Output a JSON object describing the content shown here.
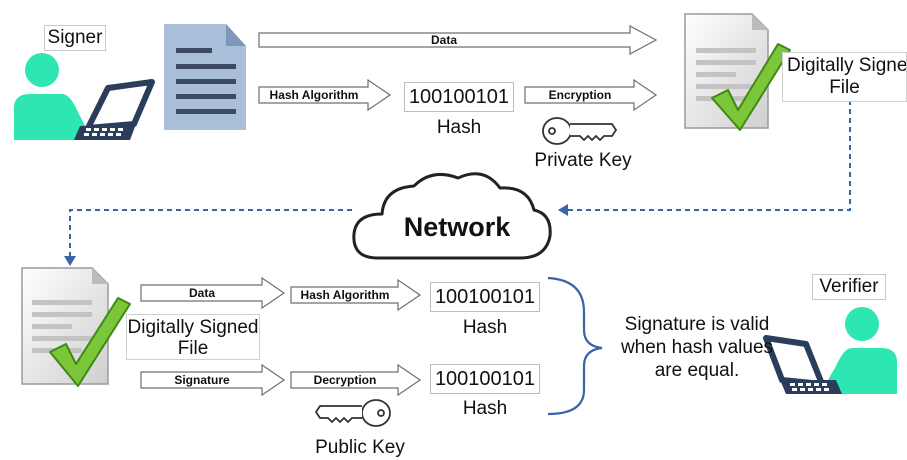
{
  "signer_label": "Signer",
  "verifier_label": "Verifier",
  "network_label": "Network",
  "top": {
    "data_arrow": "Data",
    "hash_algorithm_arrow": "Hash Algorithm",
    "hash_value": "100100101",
    "hash_caption": "Hash",
    "encryption_arrow": "Encryption",
    "private_key_caption": "Private Key",
    "signed_file_line1": "Digitally Signed",
    "signed_file_line2": "File"
  },
  "bottom": {
    "data_arrow": "Data",
    "signed_file_line1": "Digitally Signed",
    "signed_file_line2": "File",
    "hash_algorithm_arrow": "Hash Algorithm",
    "hash_value_1": "100100101",
    "hash_caption_1": "Hash",
    "signature_arrow": "Signature",
    "decryption_arrow": "Decryption",
    "hash_value_2": "100100101",
    "hash_caption_2": "Hash",
    "public_key_caption": "Public Key",
    "result_line1": "Signature is valid",
    "result_line2": "when hash values",
    "result_line3": "are equal."
  },
  "colors": {
    "person": "#2ee6b2",
    "dashed_line": "#3a63a8",
    "brace": "#3a63a8",
    "document": "#a9bed9",
    "document_lines": "#3a4b63",
    "checkmark": "#7cc63a",
    "cloud_outline": "#222222"
  }
}
